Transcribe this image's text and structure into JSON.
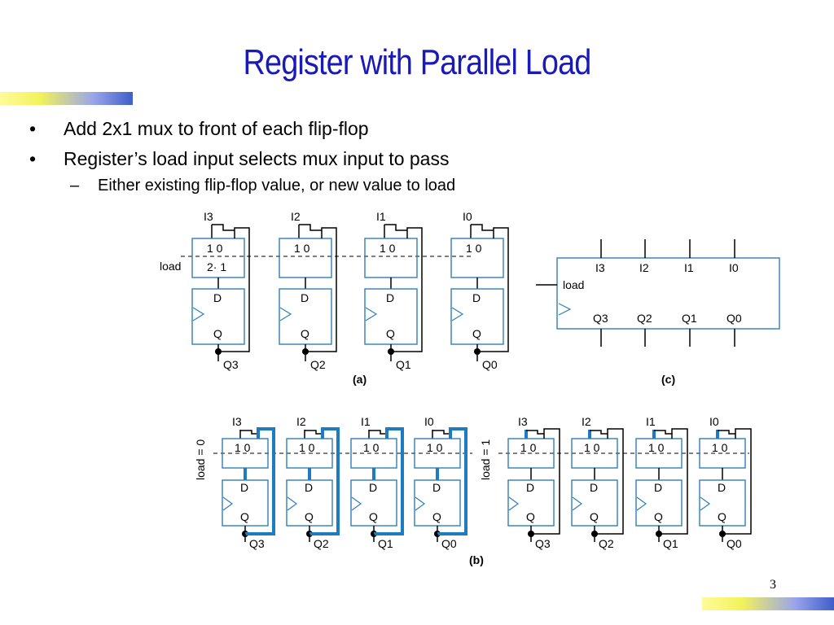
{
  "slide": {
    "title": "Register with Parallel Load",
    "page_number": "3"
  },
  "bullets": [
    {
      "mark": "•",
      "text": "Add 2x1 mux to front of each flip-flop"
    },
    {
      "mark": "•",
      "text": "Register’s load input selects mux input to pass"
    },
    {
      "mark": "–",
      "text": "Either existing flip-flop value, or new value to load"
    }
  ],
  "diagram_a": {
    "caption": "(a)",
    "load_label": "load",
    "mux_inputs": "1 0",
    "mux_select": "2· 1",
    "ff_d": "D",
    "ff_q": "Q",
    "inputs": [
      "I3",
      "I2",
      "I1",
      "I0"
    ],
    "outputs": [
      "Q3",
      "Q2",
      "Q1",
      "Q0"
    ]
  },
  "diagram_c": {
    "caption": "(c)",
    "load_label": "load",
    "inputs": [
      "I3",
      "I2",
      "I1",
      "I0"
    ],
    "outputs": [
      "Q3",
      "Q2",
      "Q1",
      "Q0"
    ]
  },
  "diagram_b": {
    "caption": "(b)",
    "left_label": "load = 0",
    "right_label": "load = 1",
    "mux_inputs": "1 0",
    "ff_d": "D",
    "ff_q": "Q",
    "inputs": [
      "I3",
      "I2",
      "I1",
      "I0"
    ],
    "outputs": [
      "Q3",
      "Q2",
      "Q1",
      "Q0"
    ]
  },
  "colors": {
    "title": "#1a1ab8",
    "box": "#2f7fb3",
    "highlight": "#1d7bbf"
  }
}
